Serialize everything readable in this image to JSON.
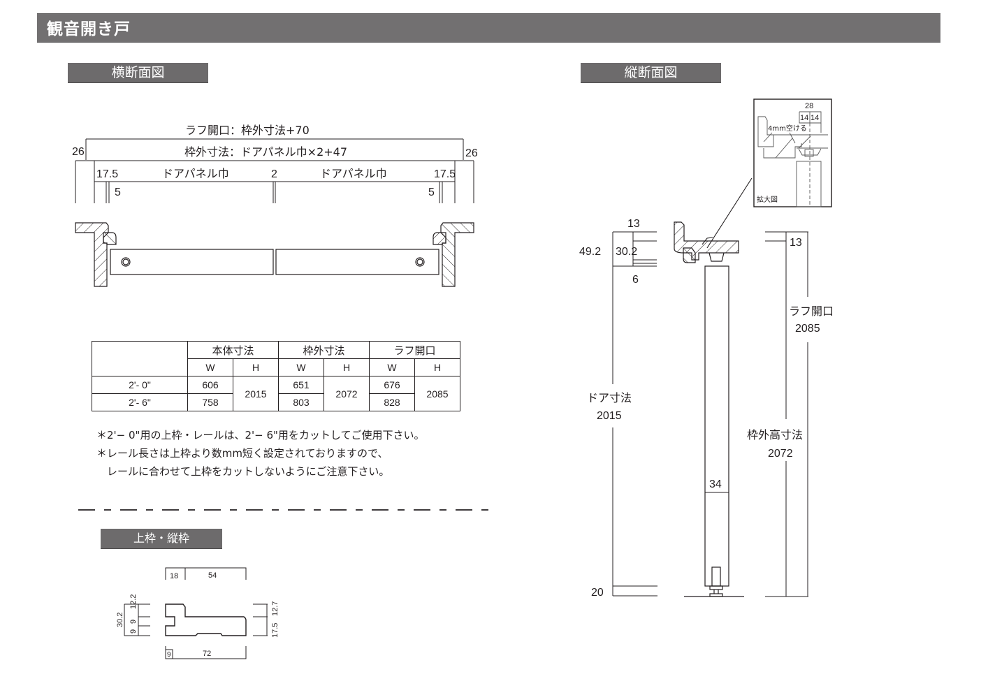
{
  "page": {
    "title": "観音開き戸"
  },
  "sections": {
    "horizontal": "横断面図",
    "vertical": "縦断面図",
    "frame": "上枠・縦枠"
  },
  "horizontal_section": {
    "rough_opening_formula": "ラフ開口：枠外寸法+70",
    "frame_outer_formula": "枠外寸法：ドアパネル巾×2+47",
    "side_offset_left": "26",
    "side_offset_right": "26",
    "edge_left": "17.5",
    "edge_right": "17.5",
    "panel_label_left": "ドアパネル巾",
    "panel_label_right": "ドアパネル巾",
    "center_gap": "2",
    "inner_left": "5",
    "inner_right": "5"
  },
  "spec_table": {
    "groups": [
      "本体寸法",
      "枠外寸法",
      "ラフ開口"
    ],
    "subheaders": [
      "W",
      "H",
      "W",
      "H",
      "W",
      "H"
    ],
    "rows": [
      {
        "size": "2'- 0\"",
        "body_w": "606",
        "frame_w": "651",
        "rough_w": "676"
      },
      {
        "size": "2'- 6\"",
        "body_w": "758",
        "frame_w": "803",
        "rough_w": "828"
      }
    ],
    "body_h": "2015",
    "frame_h": "2072",
    "rough_h": "2085"
  },
  "notes": [
    "＊2'− 0\"用の上枠・レールは、2'− 6\"用をカットしてご使用下さい。",
    "＊レール長さは上枠より数mm短く設定されておりますので、",
    "　レールに合わせて上枠をカットしないようにご注意下さい。"
  ],
  "frame_profile": {
    "top_dims": [
      "18",
      "54"
    ],
    "bottom_dims": [
      "9",
      "72"
    ],
    "left_dims": [
      "30.2",
      "9",
      "9",
      "12.2"
    ],
    "right_dims": [
      "17.5",
      "12.7"
    ]
  },
  "vertical_section": {
    "detail": {
      "label": "拡大図",
      "gap_note": "4mm空ける",
      "width_total": "28",
      "width_half_a": "14",
      "width_half_b": "14"
    },
    "top_13_left": "13",
    "dim_49_2": "49.2",
    "dim_30_2": "30.2",
    "dim_6": "6",
    "door_label": "ドア寸法",
    "door_value": "2015",
    "bottom_gap": "20",
    "panel_34": "34",
    "top_13_right": "13",
    "rough_label": "ラフ開口",
    "rough_value": "2085",
    "frame_height_label": "枠外高寸法",
    "frame_height_value": "2072"
  }
}
